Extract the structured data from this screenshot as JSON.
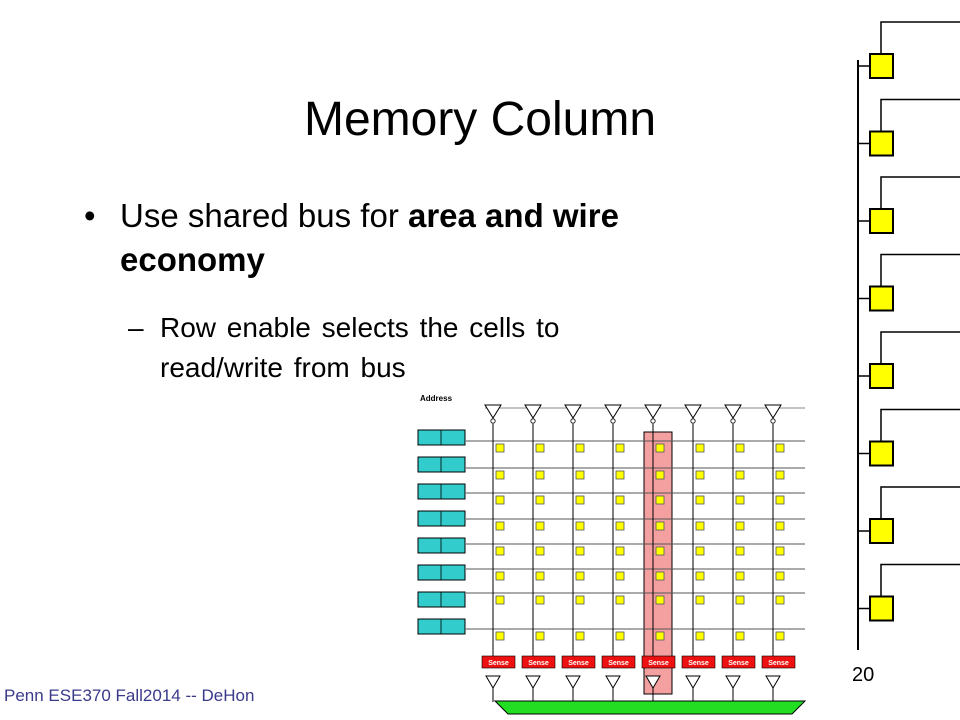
{
  "slide": {
    "title": "Memory Column",
    "bullet": {
      "mark": "•",
      "text_plain": "Use shared bus for ",
      "text_bold": "area and wire economy"
    },
    "sub_bullet": {
      "mark": "–",
      "text": "Row enable selects the cells to read/write from bus"
    },
    "footer": "Penn ESE370 Fall2014 -- DeHon",
    "page_number": "20"
  },
  "array_diagram": {
    "address_label": "Address",
    "sense_label": "Sense",
    "columns": 8,
    "rows": 8,
    "highlighted_column": 5
  },
  "colors": {
    "cell_fill": "#ffff00",
    "decoder_fill": "#33cccc",
    "sense_fill": "#ee1111",
    "bus_fill": "#22dd22",
    "highlight_fill": "#f4a0a0"
  }
}
